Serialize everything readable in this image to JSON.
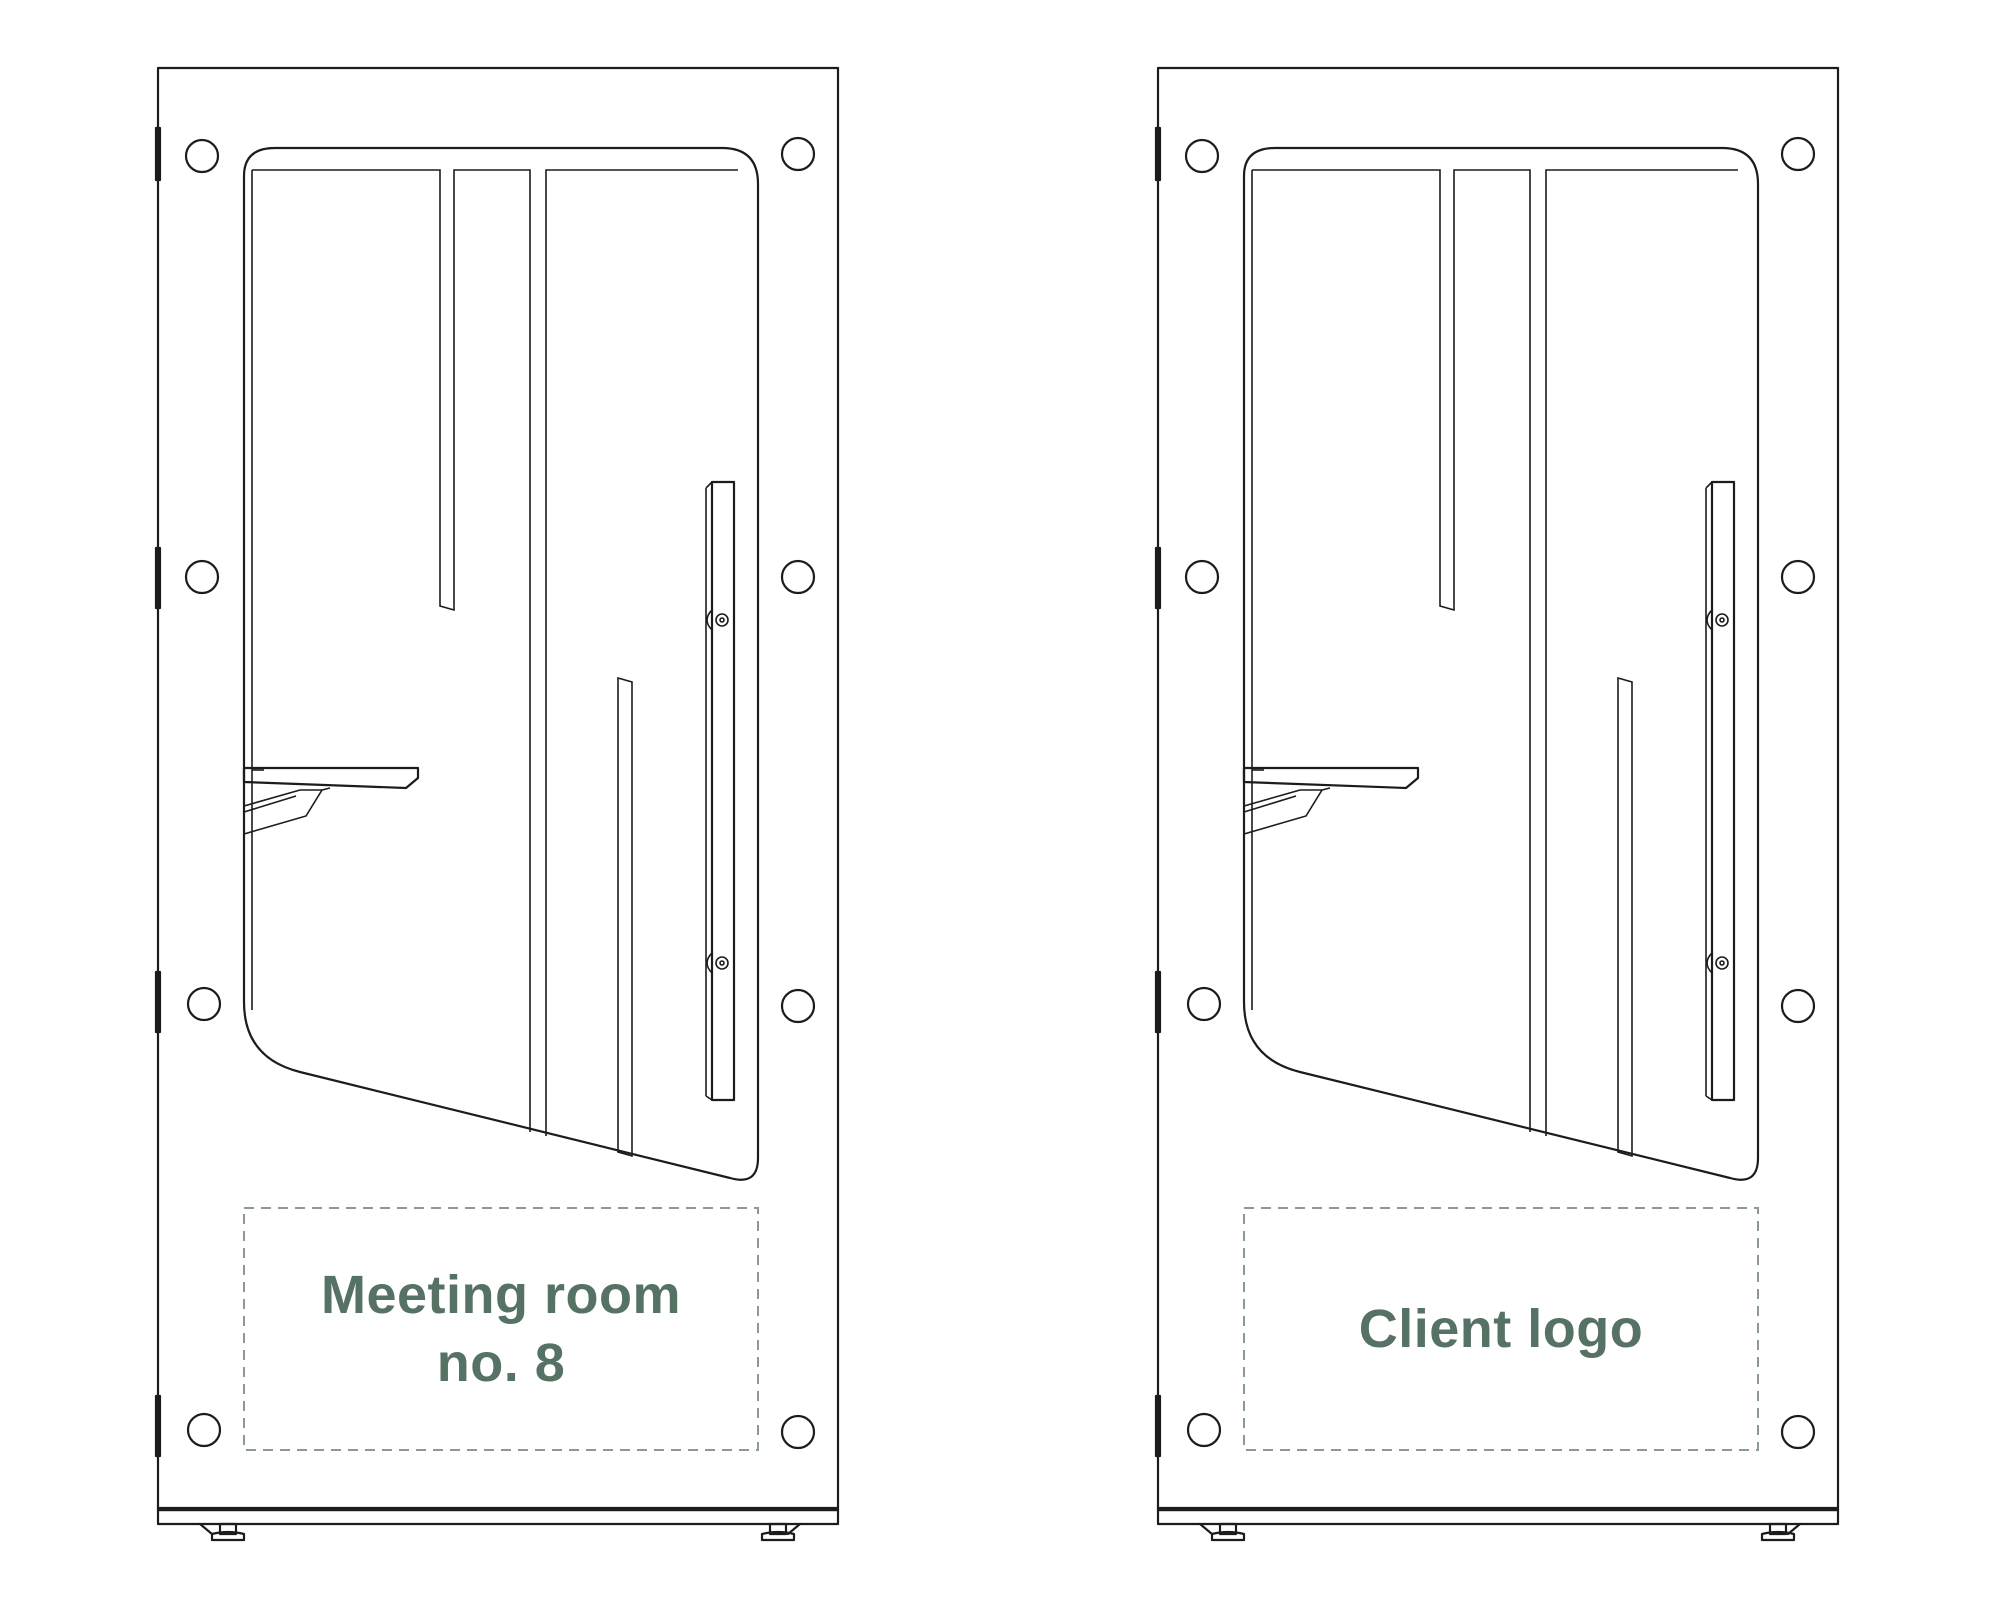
{
  "booths": [
    {
      "sign_text": "Meeting room no. 8",
      "sign_icon": "placeholder-panel"
    },
    {
      "sign_text": "Client logo",
      "sign_icon": "placeholder-panel"
    }
  ],
  "colors": {
    "line": "#1c1c1c",
    "sign_text": "#557264",
    "placeholder_dash": "#8a9a95"
  }
}
